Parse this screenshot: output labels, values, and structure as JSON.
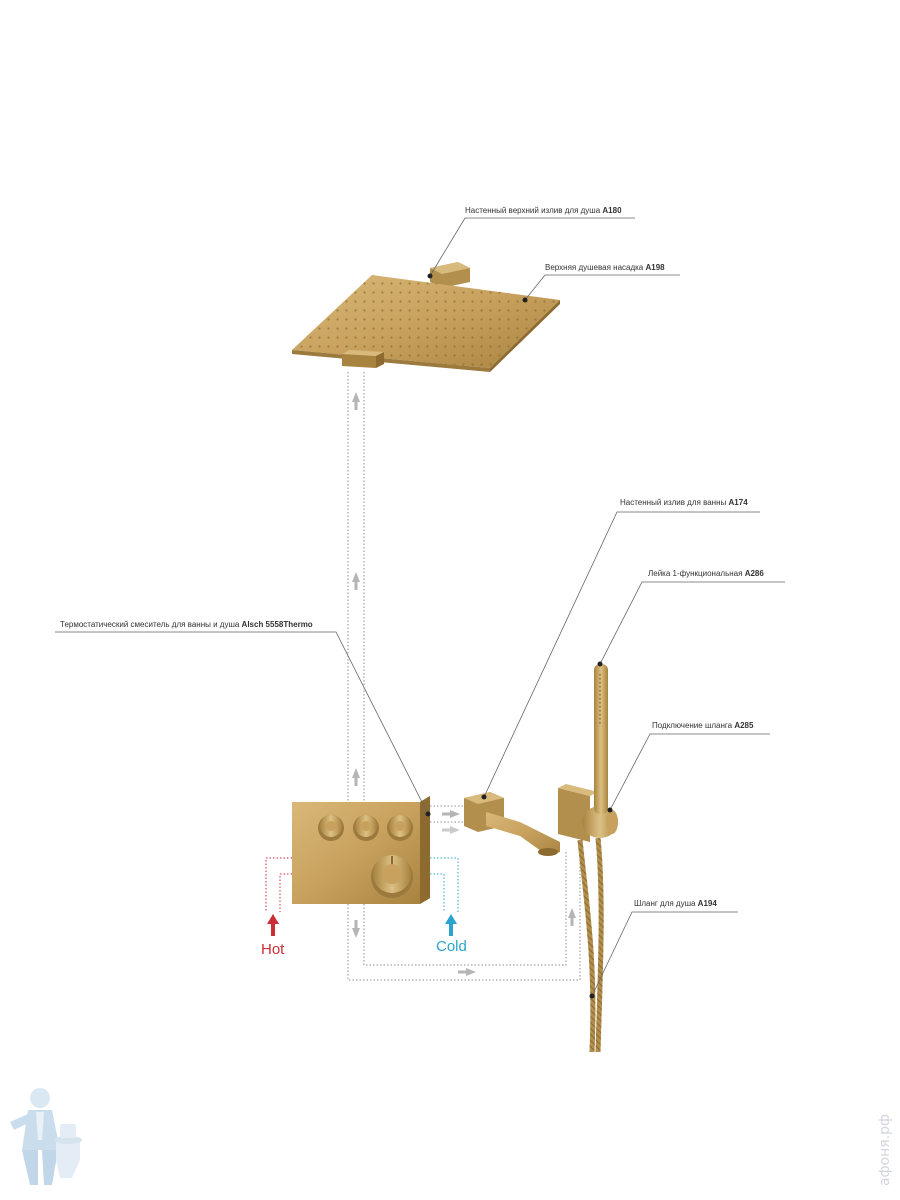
{
  "callouts": {
    "overhead_arm": {
      "text": "Настенный верхний излив для душа",
      "code": "A180"
    },
    "rain_shower": {
      "text": "Верхняя душевая насадка",
      "code": "A198"
    },
    "bath_spout": {
      "text": "Настенный излив для ванны",
      "code": "A174"
    },
    "hand_shower": {
      "text": "Лейка 1-функциональная",
      "code": "A286"
    },
    "mixer": {
      "text": "Термостатический смеситель для ванны и душа",
      "code": "Alsch 5558Thermo"
    },
    "hose_connector": {
      "text": "Подключение шланга",
      "code": "A285"
    },
    "hose": {
      "text": "Шланг для душа",
      "code": "A194"
    }
  },
  "inlets": {
    "hot": "Hot",
    "cold": "Cold"
  },
  "watermark": "афоня.рф",
  "colors": {
    "brass": "#c8a15e",
    "brass_dark": "#9c7a3d",
    "brass_light": "#e0c68a",
    "hot": "#cc2c34",
    "cold": "#2aa3cf",
    "leader": "#666666"
  }
}
